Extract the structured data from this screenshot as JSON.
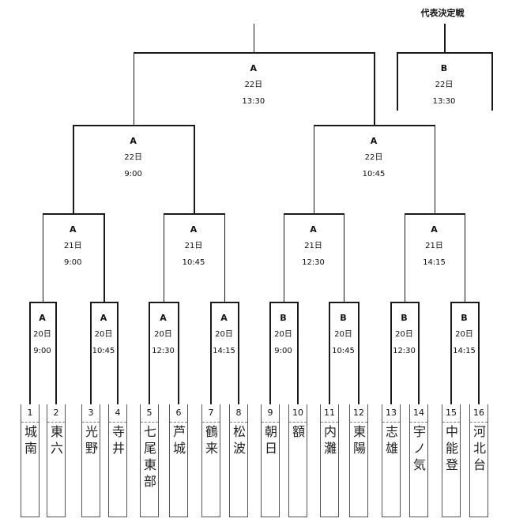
{
  "final": {
    "title": "代表決定戦",
    "court": "B",
    "date": "22日",
    "time": "13:30"
  },
  "rounds": [
    [
      {
        "court": "A",
        "date": "20日",
        "time": "9:00"
      },
      {
        "court": "A",
        "date": "20日",
        "time": "10:45"
      },
      {
        "court": "A",
        "date": "20日",
        "time": "12:30"
      },
      {
        "court": "A",
        "date": "20日",
        "time": "14:15"
      },
      {
        "court": "B",
        "date": "20日",
        "time": "9:00"
      },
      {
        "court": "B",
        "date": "20日",
        "time": "10:45"
      },
      {
        "court": "B",
        "date": "20日",
        "time": "12:30"
      },
      {
        "court": "B",
        "date": "20日",
        "time": "14:15"
      }
    ],
    [
      {
        "court": "A",
        "date": "21日",
        "time": "9:00"
      },
      {
        "court": "A",
        "date": "21日",
        "time": "10:45"
      },
      {
        "court": "A",
        "date": "21日",
        "time": "12:30"
      },
      {
        "court": "A",
        "date": "21日",
        "time": "14:15"
      }
    ],
    [
      {
        "court": "A",
        "date": "22日",
        "time": "9:00"
      },
      {
        "court": "A",
        "date": "22日",
        "time": "10:45"
      }
    ],
    [
      {
        "court": "A",
        "date": "22日",
        "time": "13:30"
      }
    ]
  ],
  "teams": [
    {
      "num": "1",
      "name": "城南"
    },
    {
      "num": "2",
      "name": "東六"
    },
    {
      "num": "3",
      "name": "光野"
    },
    {
      "num": "4",
      "name": "寺井"
    },
    {
      "num": "5",
      "name": "七尾東部"
    },
    {
      "num": "6",
      "name": "芦城"
    },
    {
      "num": "7",
      "name": "鶴来"
    },
    {
      "num": "8",
      "name": "松波"
    },
    {
      "num": "9",
      "name": "朝日"
    },
    {
      "num": "10",
      "name": "額"
    },
    {
      "num": "11",
      "name": "内灘"
    },
    {
      "num": "12",
      "name": "東陽"
    },
    {
      "num": "13",
      "name": "志雄"
    },
    {
      "num": "14",
      "name": "宇ノ気"
    },
    {
      "num": "15",
      "name": "中能登"
    },
    {
      "num": "16",
      "name": "河北台"
    }
  ]
}
